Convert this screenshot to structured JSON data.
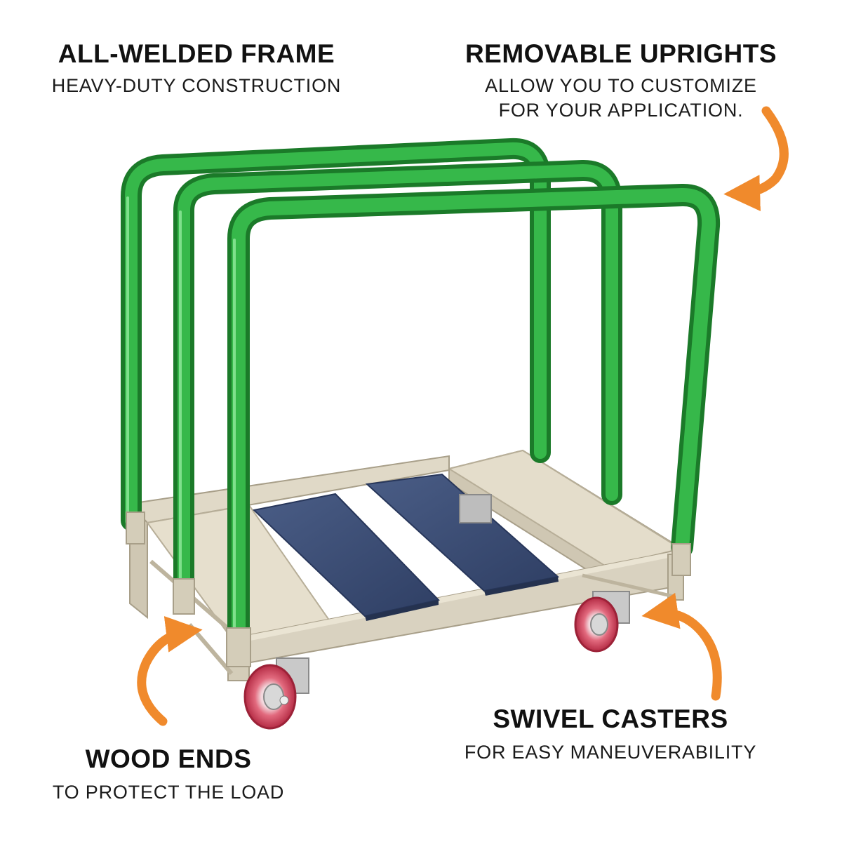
{
  "callouts": {
    "frame": {
      "title": "ALL-WELDED FRAME",
      "subtitle": "HEAVY-DUTY CONSTRUCTION"
    },
    "uprights": {
      "title": "REMOVABLE UPRIGHTS",
      "subtitle_lines": [
        "ALLOW YOU TO CUSTOMIZE",
        "FOR YOUR APPLICATION."
      ]
    },
    "casters": {
      "title": "SWIVEL CASTERS",
      "subtitle": "FOR EASY MANEUVERABILITY"
    },
    "wood": {
      "title": "WOOD ENDS",
      "subtitle": "TO PROTECT THE LOAD"
    }
  },
  "colors": {
    "upright_green": "#27a83a",
    "frame_beige": "#d9d2c0",
    "deck_blue": "#3c4f78",
    "wheel_red": "#d9475e",
    "arrow_orange": "#f08a2c"
  },
  "icons": [
    "curved-arrow-icon"
  ]
}
